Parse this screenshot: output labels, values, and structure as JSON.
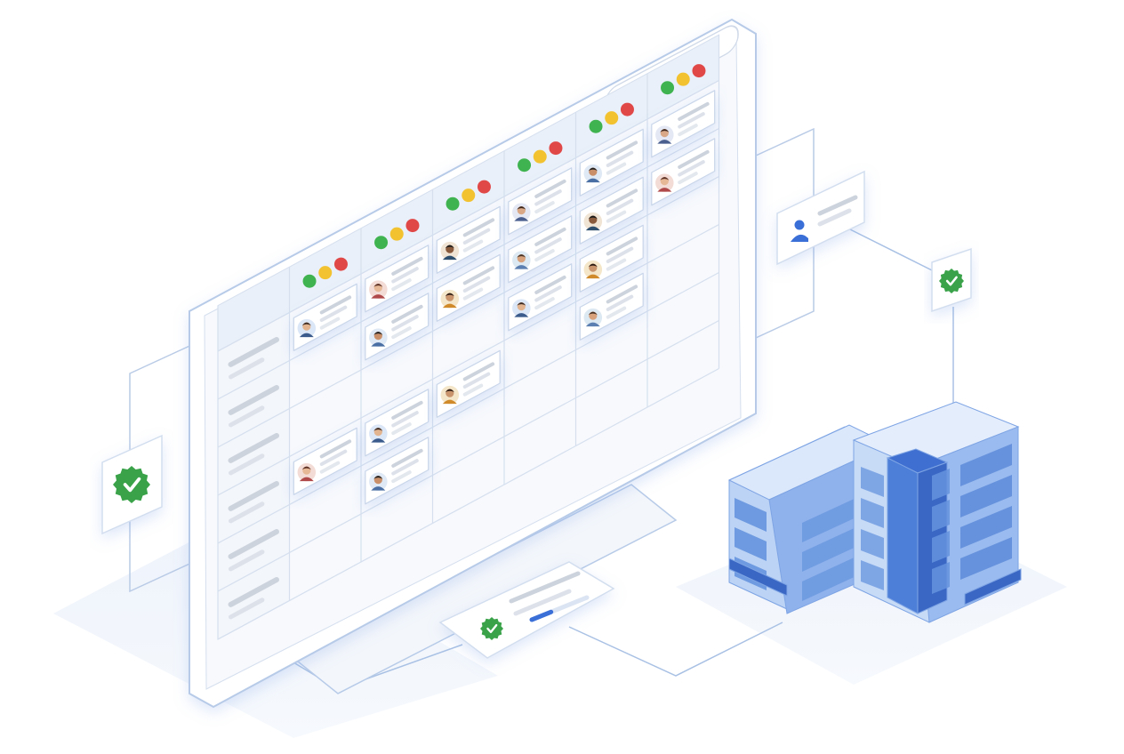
{
  "colors": {
    "background": "#ffffff",
    "screen_fill": "#f7f9fd",
    "screen_border": "#b7cbe8",
    "grid_line": "#d5dfee",
    "placeholder_bar": "#cdd3dc",
    "accent_blue": "#3b6fd8",
    "building_light": "#a9c6f2",
    "building_dark": "#4d7fd9",
    "verified_green": "#3aa34a",
    "status_red": "#e04848",
    "status_yellow": "#f2c230",
    "status_green": "#3fb34f"
  },
  "schedule_board": {
    "columns": [
      {
        "status": [
          "green",
          "yellow",
          "red"
        ]
      },
      {
        "status": [
          "green",
          "yellow",
          "red"
        ]
      },
      {
        "status": [
          "green",
          "yellow",
          "red"
        ]
      },
      {
        "status": [
          "green",
          "yellow",
          "red"
        ]
      },
      {
        "status": [
          "green",
          "yellow",
          "red"
        ]
      },
      {
        "status": [
          "green",
          "yellow",
          "red"
        ]
      }
    ],
    "row_count": 6,
    "shift_cards": [
      {
        "col": 0,
        "row": 0,
        "avatar": "avatar-man-1"
      },
      {
        "col": 1,
        "row": 0,
        "avatar": "avatar-woman-1"
      },
      {
        "col": 1,
        "row": 1,
        "avatar": "avatar-man-2"
      },
      {
        "col": 2,
        "row": 0,
        "avatar": "avatar-man-3"
      },
      {
        "col": 2,
        "row": 1,
        "avatar": "avatar-woman-2"
      },
      {
        "col": 3,
        "row": 0,
        "avatar": "avatar-woman-3"
      },
      {
        "col": 3,
        "row": 1,
        "avatar": "avatar-man-4"
      },
      {
        "col": 3,
        "row": 2,
        "avatar": "avatar-man-1"
      },
      {
        "col": 4,
        "row": 0,
        "avatar": "avatar-man-2"
      },
      {
        "col": 4,
        "row": 1,
        "avatar": "avatar-man-3"
      },
      {
        "col": 4,
        "row": 2,
        "avatar": "avatar-woman-2"
      },
      {
        "col": 4,
        "row": 3,
        "avatar": "avatar-man-4"
      },
      {
        "col": 5,
        "row": 0,
        "avatar": "avatar-woman-3"
      },
      {
        "col": 5,
        "row": 1,
        "avatar": "avatar-woman-1"
      },
      {
        "col": 0,
        "row": 3,
        "avatar": "avatar-woman-1"
      },
      {
        "col": 1,
        "row": 3,
        "avatar": "avatar-man-1"
      },
      {
        "col": 1,
        "row": 4,
        "avatar": "avatar-man-2"
      },
      {
        "col": 2,
        "row": 3,
        "avatar": "avatar-woman-2"
      }
    ]
  },
  "side_cards": {
    "left_badge_icon": "verified-check-icon",
    "right_badge_icon": "verified-check-icon",
    "profile_card_icon": "user-icon",
    "confirmation_badge_icon": "verified-check-icon",
    "confirmation_progress": 0.35
  }
}
